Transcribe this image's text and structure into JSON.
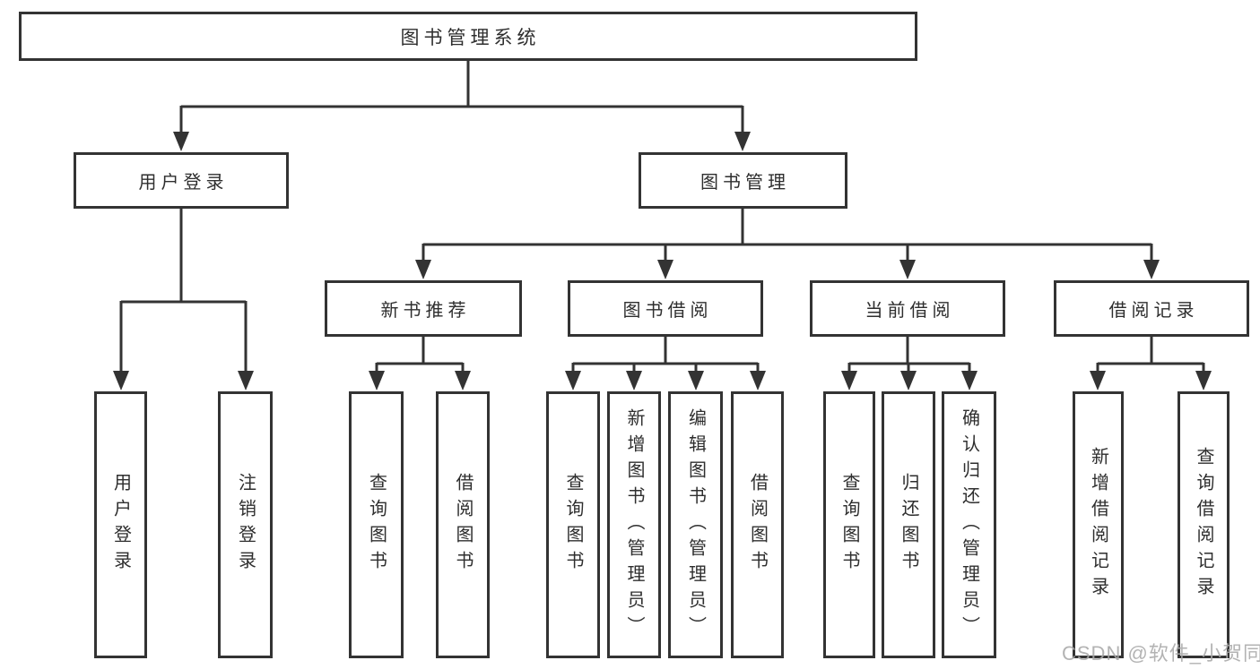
{
  "diagram_title": "图书管理系统",
  "watermark": "CSDN @软件_小贺同学",
  "colors": {
    "background": "#ffffff",
    "box_fill": "#ffffff",
    "box_border": "#333333",
    "line": "#333333",
    "text": "#2e2e2e",
    "watermark": "#a9a9a9"
  },
  "tree": {
    "label": "图书管理系统",
    "children": [
      {
        "label": "用户登录",
        "children": [
          {
            "label": "用户登录"
          },
          {
            "label": "注销登录"
          }
        ]
      },
      {
        "label": "图书管理",
        "children": [
          {
            "label": "新书推荐",
            "children": [
              {
                "label": "查询图书"
              },
              {
                "label": "借阅图书"
              }
            ]
          },
          {
            "label": "图书借阅",
            "children": [
              {
                "label": "查询图书"
              },
              {
                "label": "新增图书（管理员）"
              },
              {
                "label": "编辑图书（管理员）"
              },
              {
                "label": "借阅图书"
              }
            ]
          },
          {
            "label": "当前借阅",
            "children": [
              {
                "label": "查询图书"
              },
              {
                "label": "归还图书"
              },
              {
                "label": "确认归还（管理员）"
              }
            ]
          },
          {
            "label": "借阅记录",
            "children": [
              {
                "label": "新增借阅记录"
              },
              {
                "label": "查询借阅记录"
              }
            ]
          }
        ]
      }
    ]
  }
}
